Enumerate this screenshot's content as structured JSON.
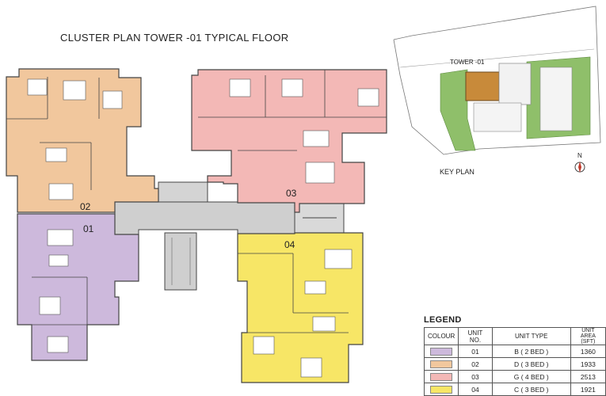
{
  "title": "CLUSTER  PLAN TOWER -01   TYPICAL FLOOR",
  "units": [
    {
      "no": "01",
      "colour": "#cdb9dc"
    },
    {
      "no": "02",
      "colour": "#f1c79d"
    },
    {
      "no": "03",
      "colour": "#f3b8b6"
    },
    {
      "no": "04",
      "colour": "#f7e666"
    }
  ],
  "key_plan": {
    "label": "KEY PLAN",
    "tower_label": "TOWER -01",
    "north": "N",
    "highlight_colour": "#c88a3a",
    "green_colour": "#8fbf6a"
  },
  "legend": {
    "title": "LEGEND",
    "headers": {
      "colour": "COLOUR",
      "unit_no": "UNIT NO.",
      "unit_type": "UNIT TYPE",
      "unit_area": "UNIT AREA",
      "unit_area_sub": "(SFT)"
    },
    "rows": [
      {
        "unit_no": "01",
        "unit_type": "B  ( 2 BED )",
        "unit_area": "1360",
        "colour": "#cdb9dc"
      },
      {
        "unit_no": "02",
        "unit_type": "D  ( 3 BED )",
        "unit_area": "1933",
        "colour": "#f1c79d"
      },
      {
        "unit_no": "03",
        "unit_type": "G  ( 4 BED )",
        "unit_area": "2513",
        "colour": "#f3b8b6"
      },
      {
        "unit_no": "04",
        "unit_type": "C  ( 3 BED )",
        "unit_area": "1921",
        "colour": "#f7e666"
      }
    ]
  }
}
